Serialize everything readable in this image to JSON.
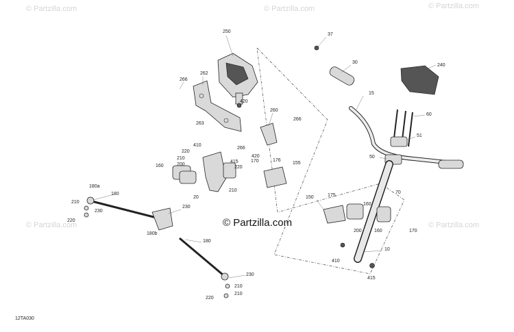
{
  "watermarks": {
    "corner": "© Partzilla.com",
    "center": "© Partzilla.com"
  },
  "diagram_code": "12TA030",
  "callouts": {
    "c250": "250",
    "c262": "262",
    "c266a": "266",
    "c420a": "420",
    "c263": "263",
    "c260": "260",
    "c266b": "266",
    "c266c": "266",
    "c420b": "420",
    "c410a": "410",
    "c220a": "220",
    "c210a": "210",
    "c200a": "200",
    "c160a": "160",
    "c415a": "415",
    "c220b": "220",
    "c170a": "170",
    "c176": "176",
    "c155": "155",
    "c20": "20",
    "c210b": "210",
    "c37": "37",
    "c30": "30",
    "c240": "240",
    "c15": "15",
    "c60": "60",
    "c51": "51",
    "c50": "50",
    "c70": "70",
    "c180a": "180a",
    "c180b": "180",
    "c210c": "210",
    "c230a": "230",
    "c220c": "220",
    "c230b": "230",
    "c180c": "180b",
    "c180d": "180",
    "c150": "150",
    "c175": "175",
    "c160b": "160",
    "c200b": "200",
    "c160c": "160",
    "c170b": "170",
    "c10": "10",
    "c410b": "410",
    "c415b": "415",
    "c230c": "230",
    "c210d": "210",
    "c220d": "220",
    "c210e": "210"
  }
}
